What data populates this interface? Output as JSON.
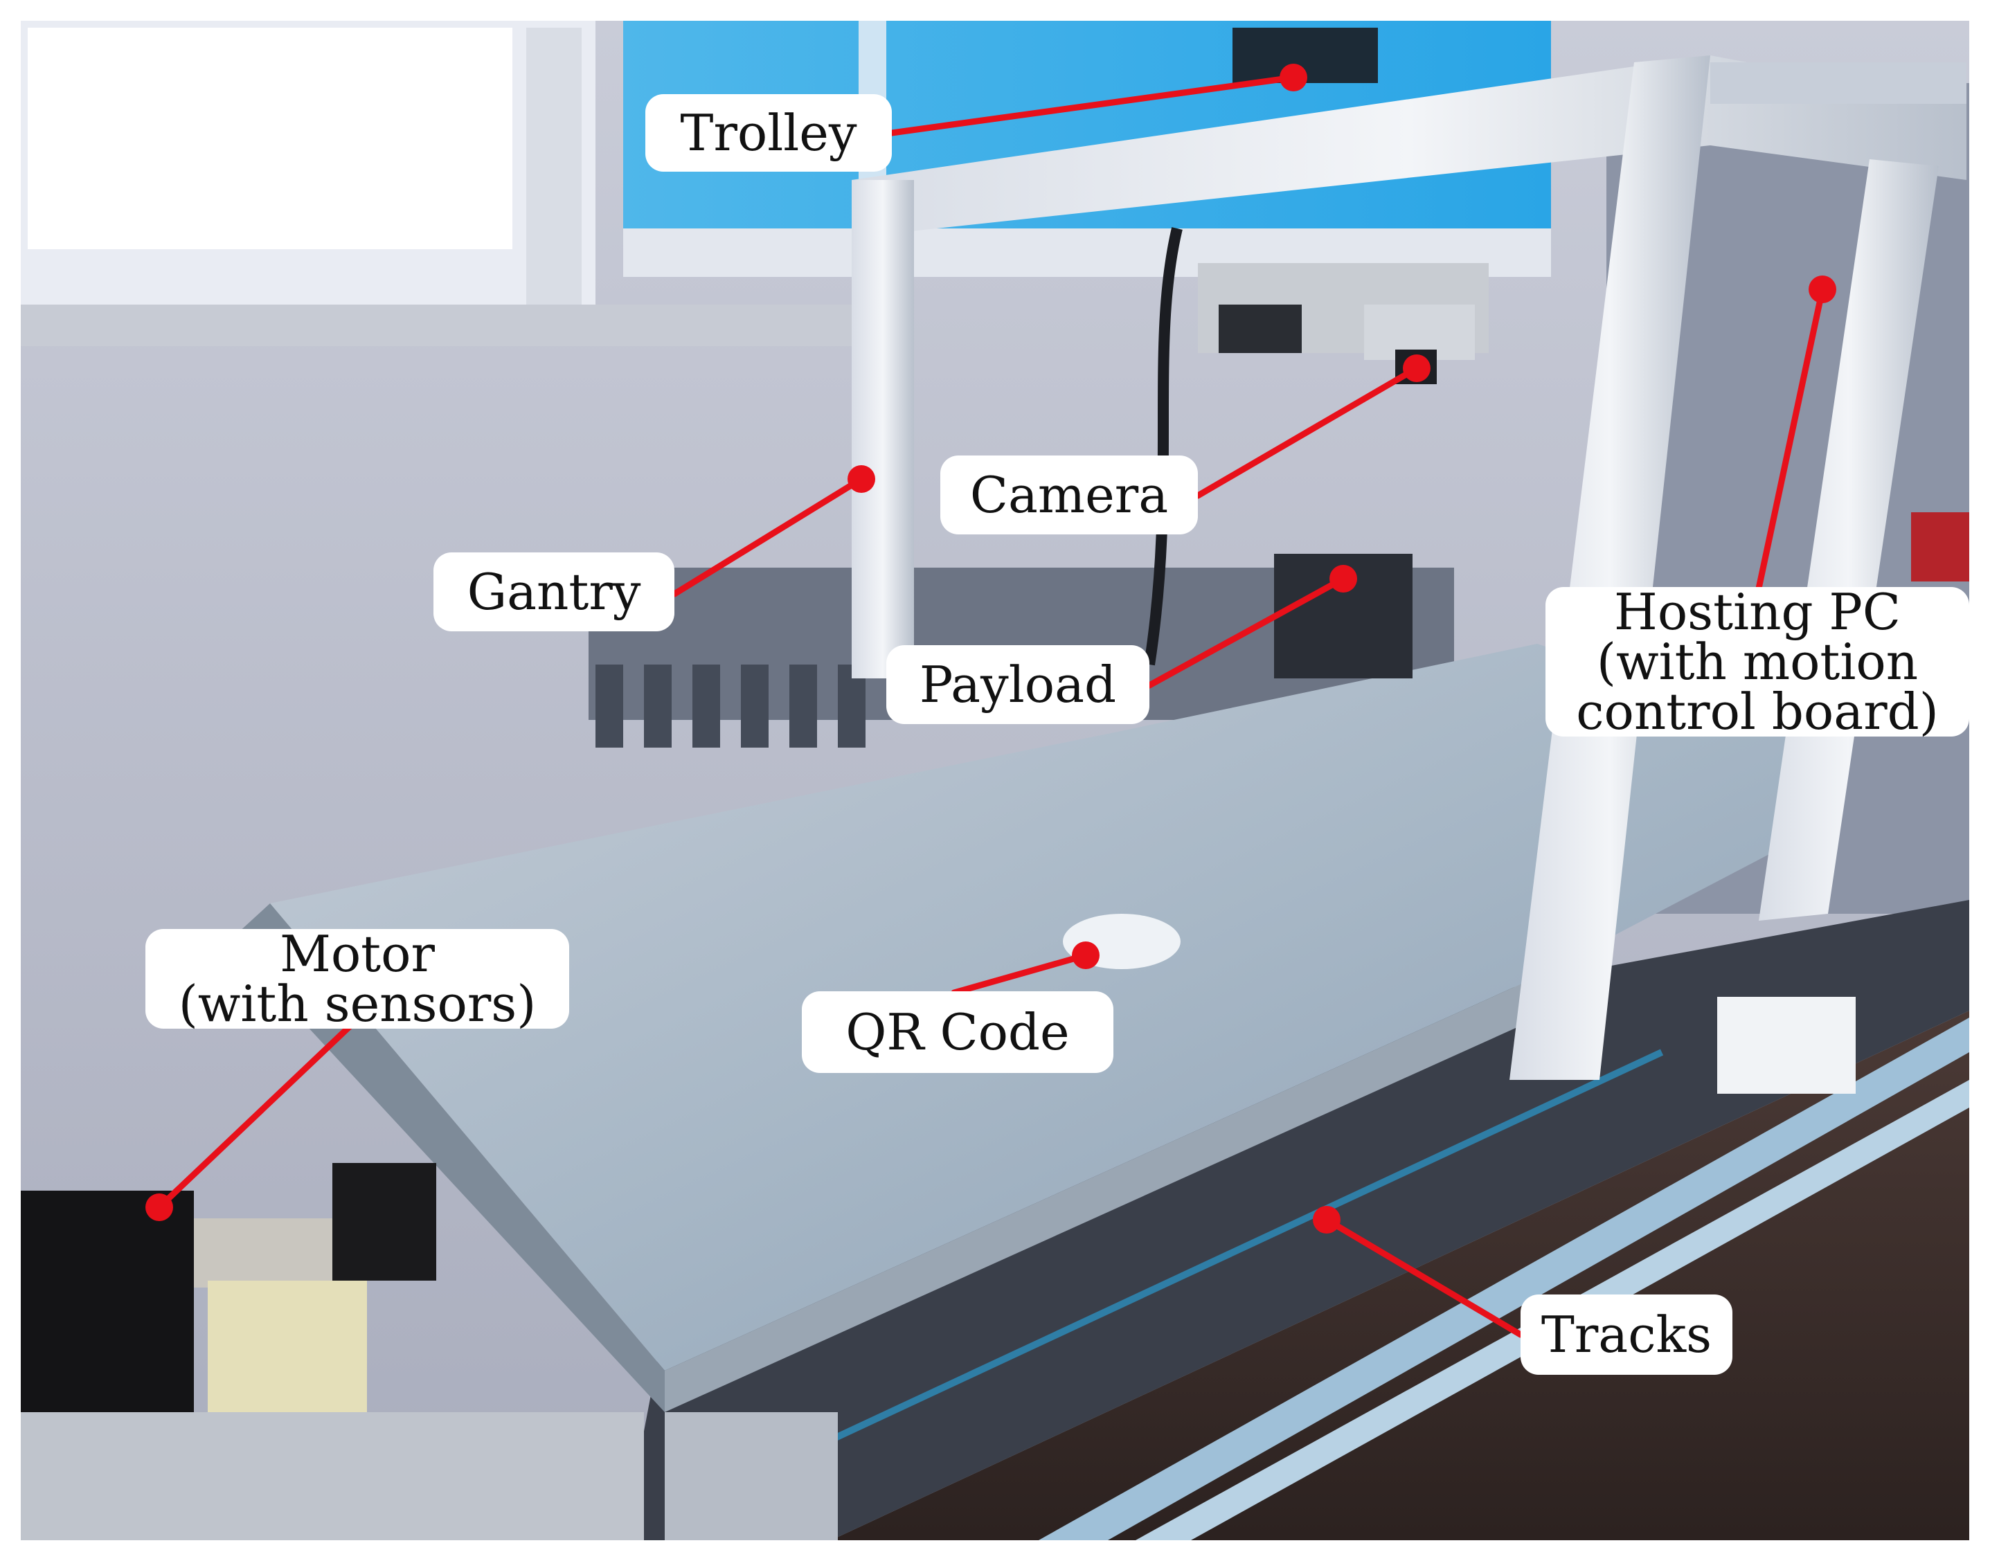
{
  "figure": {
    "labels": {
      "trolley": "Trolley",
      "camera": "Camera",
      "gantry": "Gantry",
      "payload": "Payload",
      "hosting_pc": [
        "Hosting PC",
        "(with motion",
        "control board)"
      ],
      "motor": [
        "Motor",
        "(with sensors)"
      ],
      "qr_code": "QR Code",
      "tracks": "Tracks"
    },
    "annotation_color": "#e8101a"
  }
}
